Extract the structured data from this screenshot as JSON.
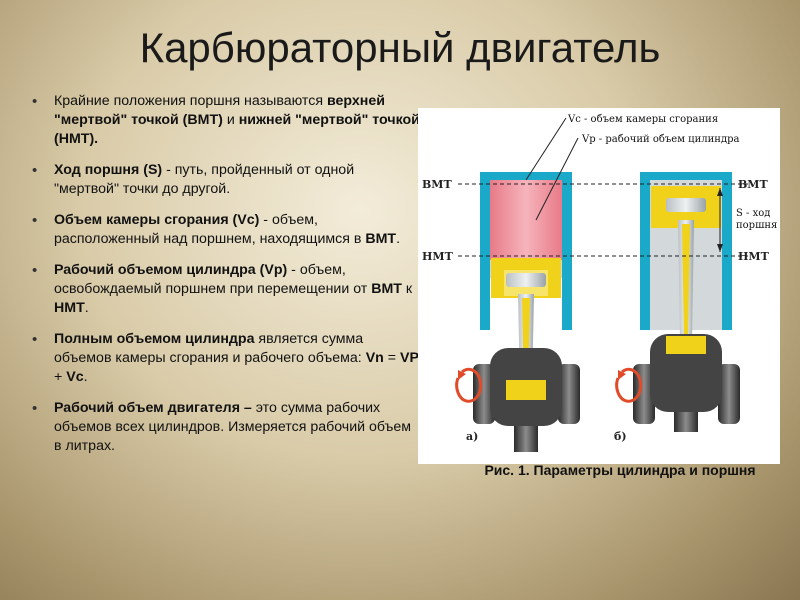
{
  "title": "Карбюраторный двигатель",
  "bullets": [
    {
      "t1": "Крайние положения поршня называются ",
      "b1": "верхней \"мертвой\" точкой (ВМТ)",
      "t2": " и ",
      "b2": "нижней \"мертвой\" точкой (НМТ).",
      "t3": ""
    },
    {
      "b1": "Ход поршня (S)",
      "t1": " - путь, пройденный от одной \"мертвой\" точки до другой."
    },
    {
      "b1": "Объем камеры сгорания (Vc)",
      "t1": " - объем, расположенный над поршнем, находящимся в ",
      "b2": "ВМТ",
      "t2": "."
    },
    {
      "b1": "Рабочий объемом цилиндра (Vp)",
      "t1": " - объем, освобождаемый поршнем при перемещении от ",
      "b2": "ВМТ",
      "t2": " к ",
      "b3": "НМТ",
      "t3": "."
    },
    {
      "b1": "Полным объемом цилиндра",
      "t1": " является сумма объемов камеры сгорания и рабочего объема: ",
      "b2": "Vn",
      "t2": " = ",
      "b3": "VP",
      "t3": " + ",
      "b4": "Vc",
      "t4": "."
    },
    {
      "b1": "Рабочий объем двигателя –",
      "t1": " это сумма рабочих объемов всех цилиндров. Измеряется рабочий объем в литрах."
    }
  ],
  "diagram": {
    "vc_label": "Vc - объем камеры сгорания",
    "vp_label": "Vp - рабочий объем цилиндра",
    "bmt": "ВМТ",
    "nmt": "НМТ",
    "s_label_1": "S - ход",
    "s_label_2": "поршня",
    "sub_a": "а)",
    "sub_b": "б)",
    "colors": {
      "cylinder": "#1aa9c9",
      "piston": "#f0d21a",
      "chamber": "#f28f9b",
      "crank": "#3a3a3a",
      "arrow": "#e04b2a"
    }
  },
  "caption": "Рис. 1. Параметры цилиндра и поршня"
}
